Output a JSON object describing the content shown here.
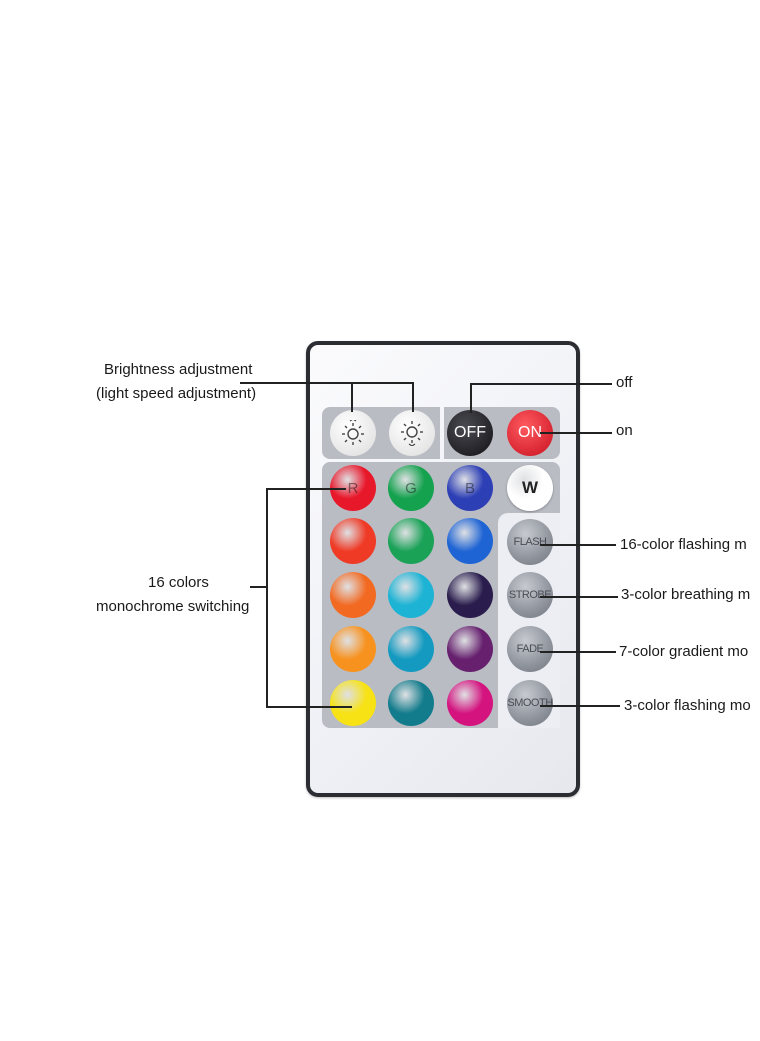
{
  "annotations": {
    "brightness_line1": "Brightness adjustment",
    "brightness_line2": "(light speed adjustment)",
    "off": "off",
    "on": "on",
    "colors_line1": "16 colors",
    "colors_line2": "monochrome switching",
    "flash": "16-color flashing m",
    "strobe": "3-color breathing m",
    "fade": "7-color gradient mo",
    "smooth": "3-color flashing mo"
  },
  "remote": {
    "top_buttons": [
      {
        "name": "brightness-up-button",
        "icon": "sun-up-icon",
        "color": "#f2f2f2"
      },
      {
        "name": "brightness-down-button",
        "icon": "sun-down-icon",
        "color": "#f2f2f2"
      },
      {
        "name": "off-button",
        "label": "OFF",
        "color": "#1c1c22"
      },
      {
        "name": "on-button",
        "label": "ON",
        "color": "#e11a2b"
      }
    ],
    "rgbw_labels": [
      "R",
      "G",
      "B",
      "W"
    ],
    "color_rows": [
      [
        "#e8182b",
        "#15a24f",
        "#2d3fb5",
        "#ffffff"
      ],
      [
        "#ef3a26",
        "#1aa257",
        "#1f64d4"
      ],
      [
        "#f26a22",
        "#1cb3d4",
        "#2a1d4d"
      ],
      [
        "#f7921f",
        "#149ac0",
        "#66206e"
      ],
      [
        "#f7e215",
        "#137c8c",
        "#d4137f"
      ]
    ],
    "mode_buttons": [
      "FLASH",
      "STROBE",
      "FADE",
      "SMOOTH"
    ],
    "mode_button_color": "#8e939c"
  }
}
